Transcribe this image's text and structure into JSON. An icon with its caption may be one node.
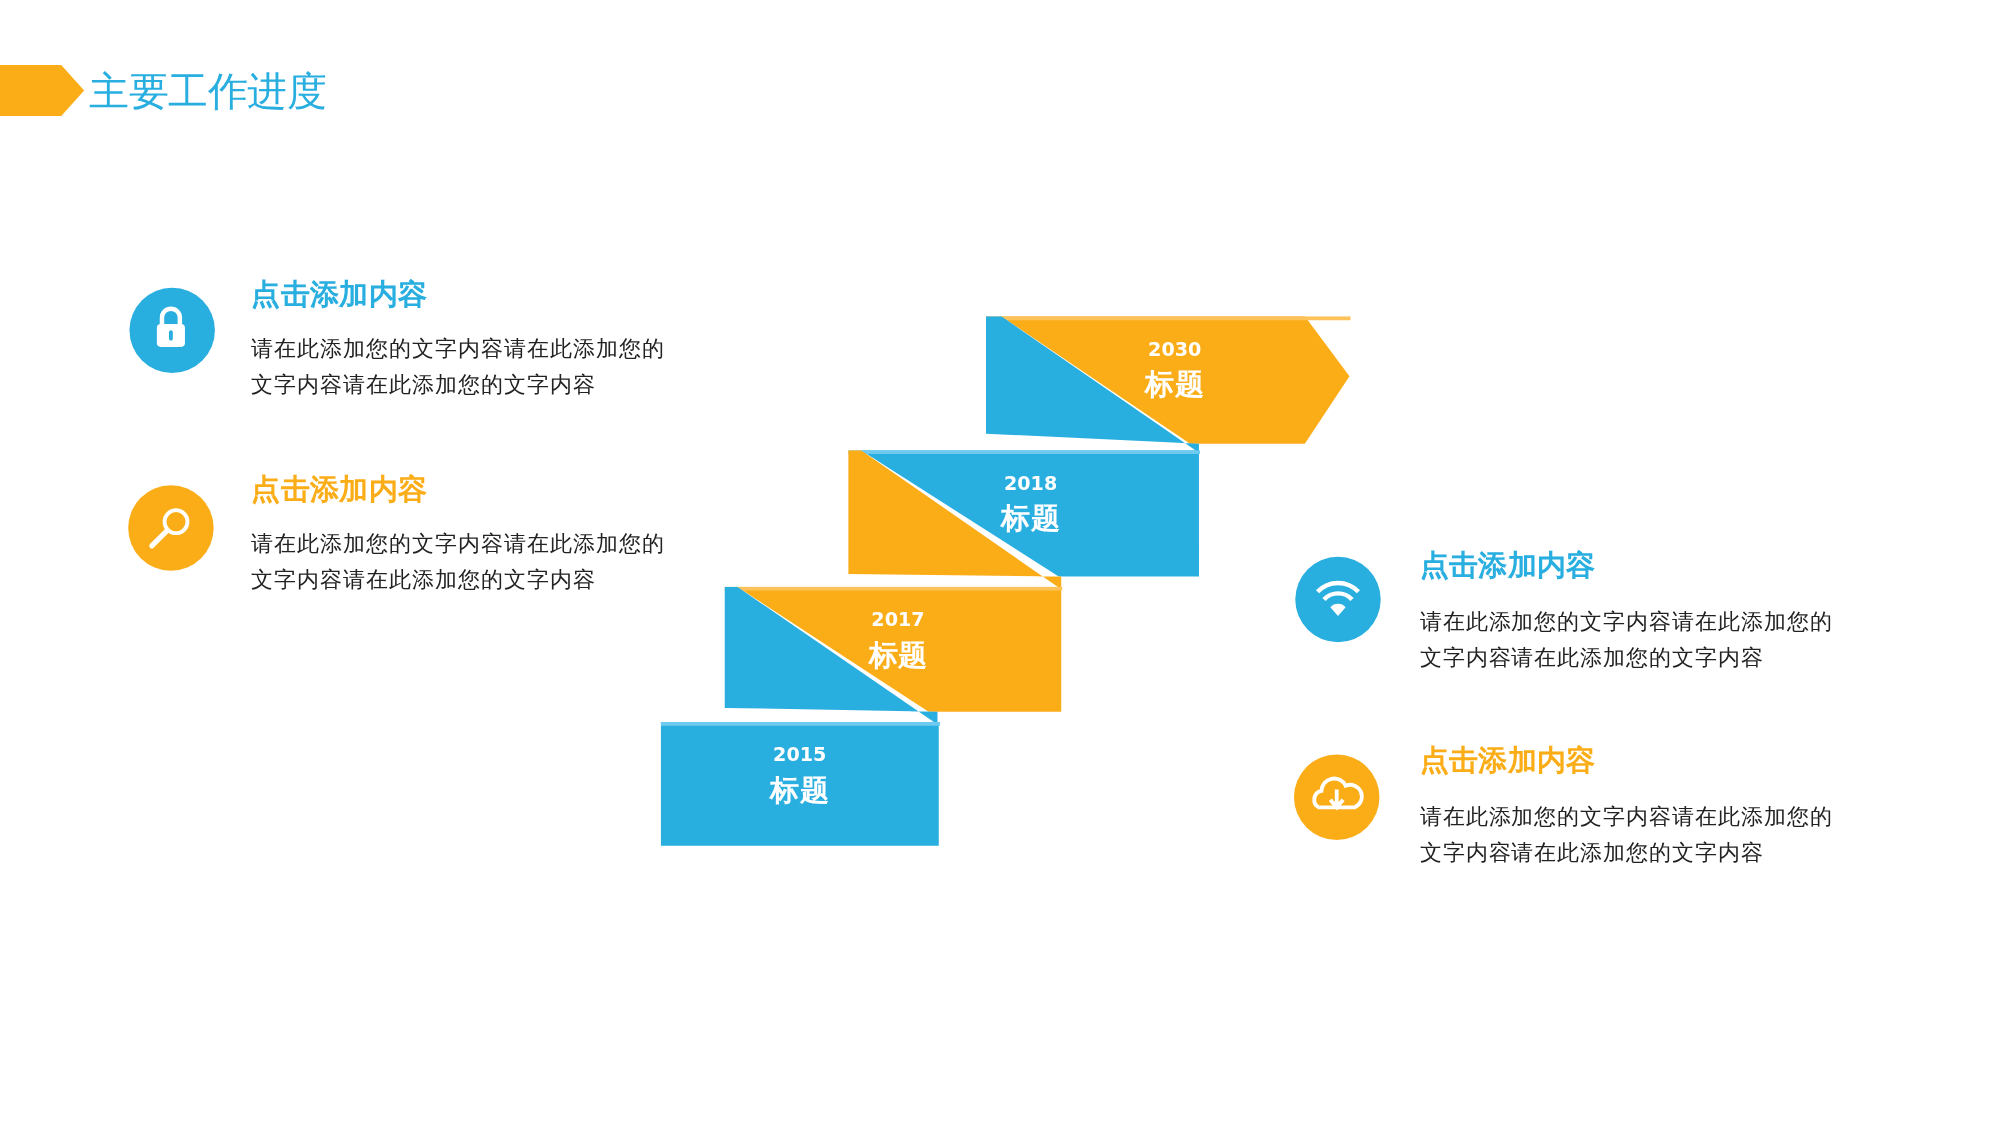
{
  "diagram": {
    "title": "主要工作进度",
    "nodes": [
      {
        "text": [
          "2030",
          "标题"
        ]
      },
      {
        "text": [
          "2018",
          "标题"
        ]
      },
      {
        "text": [
          "2017",
          "标题"
        ]
      },
      {
        "text": [
          "2015",
          "标题"
        ]
      }
    ],
    "labels": [
      "点击添加内容",
      "请在此添加您的文字内容请在此添加您的文字内容请在此添加您的文字内容",
      "点击添加内容",
      "请在此添加您的文字内容请在此添加您的文字内容请在此添加您的文字内容",
      "点击添加内容",
      "请在此添加您的文字内容请在此添加您的文字内容请在此添加您的文字内容",
      "点击添加内容",
      "请在此添加您的文字内容请在此添加您的文字内容请在此添加您的文字内容"
    ]
  }
}
